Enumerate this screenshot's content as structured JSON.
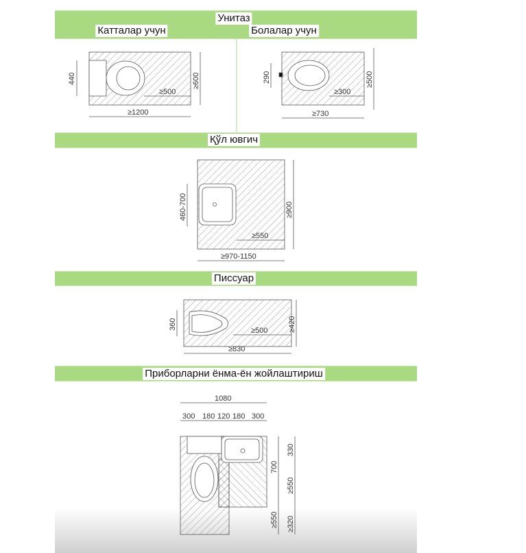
{
  "sections": {
    "toilet": {
      "title": "Унитаз",
      "adults": {
        "label": "Катталар учун",
        "dims": {
          "height": "440",
          "depth": "≥600",
          "clear": "≥500",
          "width": "≥1200"
        }
      },
      "children": {
        "label": "Болалар учун",
        "dims": {
          "height": "290",
          "depth": "≥500",
          "clear": "≥300",
          "width": "≥730"
        }
      }
    },
    "sink": {
      "title": "Қўл ювгич",
      "dims": {
        "height": "460-700",
        "depth": "≥900",
        "clear": "≥550",
        "width": "≥970-1150"
      }
    },
    "urinal": {
      "title": "Писсуар",
      "dims": {
        "height": "360",
        "depth": "≥420",
        "clear": "≥500",
        "width": "≥830"
      }
    },
    "combined": {
      "title": "Приборларни ёнма-ён жойлаштириш",
      "total": "1080",
      "parts": [
        "300",
        "180",
        "120",
        "180",
        "300"
      ],
      "right_a": [
        "700",
        "≥550"
      ],
      "right_b": [
        "330",
        "≥550",
        "≥320"
      ]
    }
  },
  "colors": {
    "band": "#a9d981",
    "line": "#555555"
  }
}
